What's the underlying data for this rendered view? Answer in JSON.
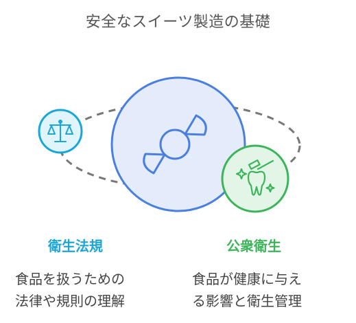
{
  "title": "安全なスイーツ製造の基礎",
  "left": {
    "label": "衛生法規",
    "desc_line1": "食品を扱うための",
    "desc_line2": "法律や規則の理解",
    "icon": "scales-icon"
  },
  "right": {
    "label": "公衆衛生",
    "desc_line1": "食品が健康に与え",
    "desc_line2": "る影響と衛生管理",
    "icon": "tooth-toothbrush-icon"
  },
  "center": {
    "icon": "candy-icon"
  },
  "colors": {
    "left_accent": "#1aa6d6",
    "right_accent": "#3cb55a",
    "center_fill": "#e4ecfb",
    "center_stroke": "#4a7fe0",
    "orbit": "#777777"
  }
}
